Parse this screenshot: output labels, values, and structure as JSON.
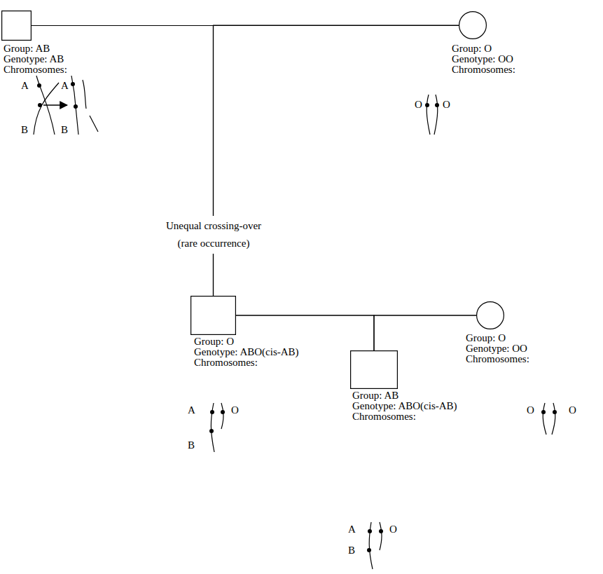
{
  "diagram": {
    "nodes": [
      {
        "text": [
          "Group: AB",
          "Genotype: AB",
          "Chromosomes:"
        ]
      },
      {
        "text": [
          "Group: O",
          "Genotype: OO",
          "Chromosomes:"
        ]
      },
      {
        "text": [
          "Group: O",
          "Genotype: ABO(cis-AB)",
          "Chromosomes:"
        ]
      },
      {
        "text": [
          "Group: O",
          "Genotype: OO",
          "Chromosomes:"
        ]
      },
      {
        "text": [
          "Group: AB",
          "Genotype: ABO(cis-AB)",
          "Chromosomes:"
        ]
      }
    ],
    "edges": [
      {
        "from": 0,
        "to": 1,
        "arrow": "none"
      },
      {
        "from": 0,
        "to": 2,
        "arrow": "none"
      },
      {
        "from": 1,
        "to": 2,
        "arrow": "none"
      },
      {
        "from": 2,
        "to": 3,
        "arrow": "none"
      },
      {
        "from": 2,
        "to": 4,
        "arrow": "none"
      },
      {
        "from": 3,
        "to": 4,
        "arrow": "none"
      }
    ],
    "labels": [
      "A",
      "B",
      "A",
      "B",
      "O",
      "O",
      "Unequal crossing-over (rare occurrence)",
      "A",
      "O",
      "B",
      "O",
      "O",
      "A",
      "O",
      "B"
    ]
  }
}
